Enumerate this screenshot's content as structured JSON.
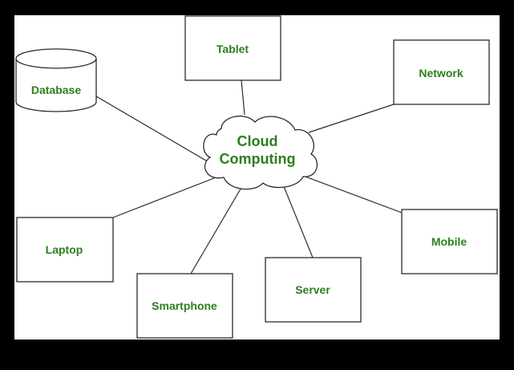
{
  "diagram": {
    "center": {
      "line1": "Cloud",
      "line2": "Computing"
    },
    "nodes": {
      "tablet": "Tablet",
      "network": "Network",
      "database": "Database",
      "laptop": "Laptop",
      "mobile": "Mobile",
      "smartphone": "Smartphone",
      "server": "Server"
    },
    "colors": {
      "text": "#2e7d1f",
      "stroke": "#2b2b2b",
      "background": "#ffffff",
      "border": "#000000"
    }
  }
}
